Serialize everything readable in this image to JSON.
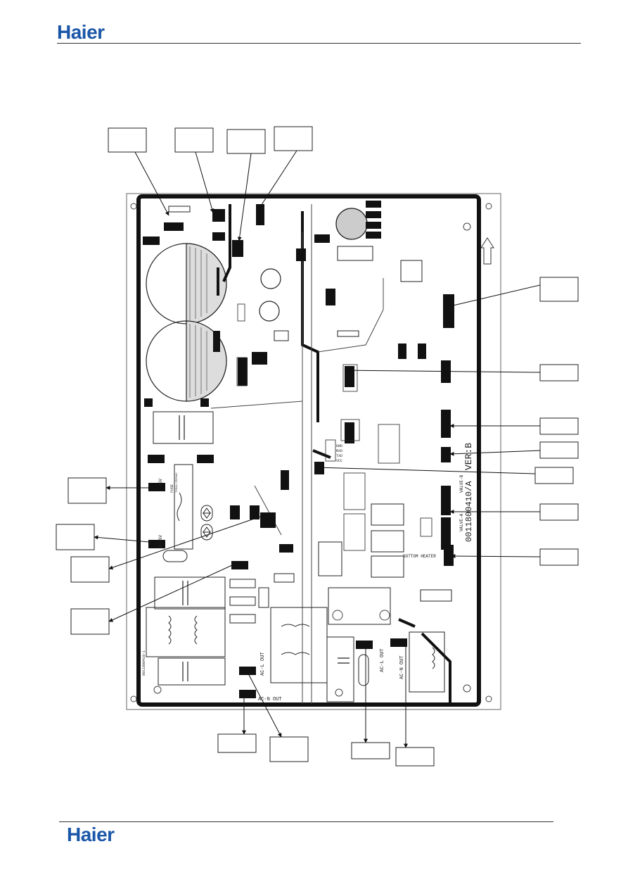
{
  "header": {
    "logo_text": "Haier"
  },
  "footer": {
    "logo_text": "Haier"
  },
  "board": {
    "part_number": "0011800410/A",
    "part_number_vertical": "0011800410-1",
    "version": "VER:B",
    "connector_labels": {
      "ac_l_out_bottom": "AC-L OUT",
      "ac_n_out_bottom": "AC-N OUT",
      "ac_l_out_mid": "AC-L OUT",
      "ac_n_out_left": "AC-N OUT",
      "bottom_heater": "BOTTOM HEATER",
      "valve_a": "VALVE-A",
      "valve_b": "VALVE-B",
      "l_25v": "L-25V",
      "n_25v": "N-25V",
      "fuse": "FUSE",
      "fuse_spec": "T25AL/250VAC",
      "gnd": "GND",
      "rxd": "RXD",
      "txd": "TXD",
      "vcc": "VCC"
    }
  },
  "colors": {
    "brand": "#1b57a8",
    "board_border": "#111111",
    "label_box": "#222222"
  }
}
